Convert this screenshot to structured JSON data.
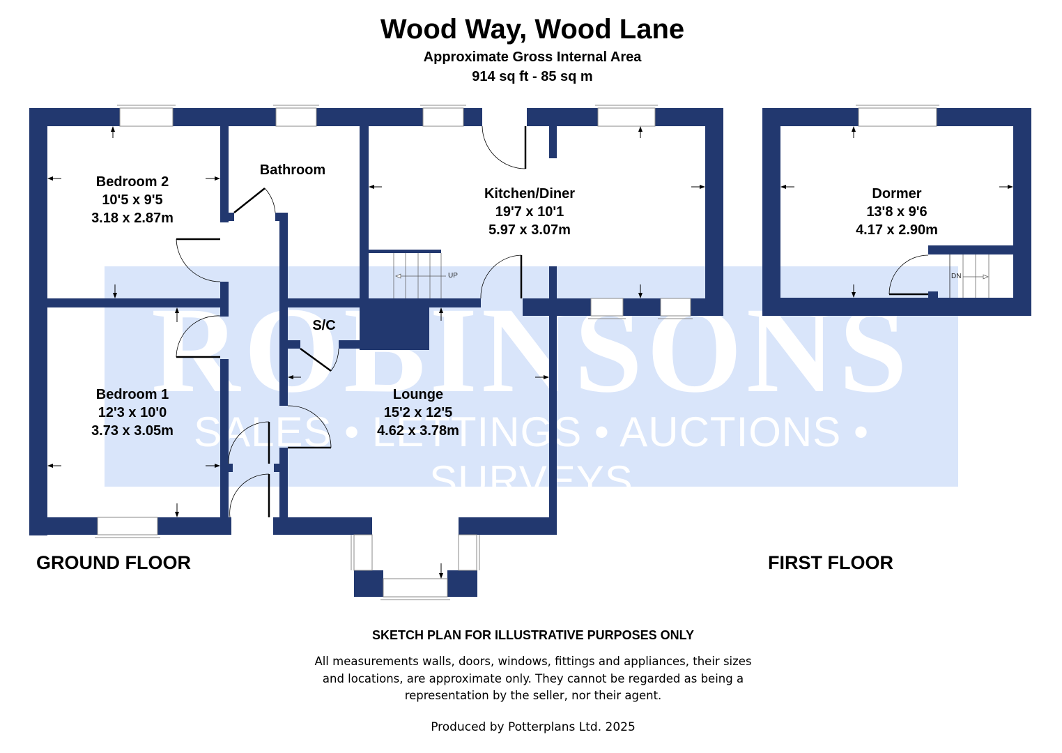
{
  "header": {
    "title": "Wood Way, Wood Lane",
    "area_label": "Approximate Gross Internal Area",
    "area_value": "914 sq ft - 85 sq m"
  },
  "watermark": {
    "brand": "ROBINSONS",
    "tagline": "SALES • LETTINGS • AUCTIONS • SURVEYS",
    "tint_color": "#D9E5FA"
  },
  "colors": {
    "wall": "#22386F",
    "background": "#FFFFFF",
    "text": "#000000"
  },
  "floors": {
    "ground": {
      "label": "GROUND FLOOR",
      "rooms": [
        {
          "name": "Bedroom 2",
          "imperial": "10'5 x 9'5",
          "metric": "3.18 x 2.87m"
        },
        {
          "name": "Bathroom",
          "imperial": "",
          "metric": ""
        },
        {
          "name": "Kitchen/Diner",
          "imperial": "19'7 x 10'1",
          "metric": "5.97 x 3.07m"
        },
        {
          "name": "S/C",
          "imperial": "",
          "metric": ""
        },
        {
          "name": "Bedroom 1",
          "imperial": "12'3 x 10'0",
          "metric": "3.73 x 3.05m"
        },
        {
          "name": "Lounge",
          "imperial": "15'2 x 12'5",
          "metric": "4.62 x 3.78m"
        }
      ],
      "stairs_label": "UP"
    },
    "first": {
      "label": "FIRST FLOOR",
      "rooms": [
        {
          "name": "Dormer",
          "imperial": "13'8 x 9'6",
          "metric": "4.17 x 2.90m"
        }
      ],
      "stairs_label": "DN"
    }
  },
  "footer": {
    "heading": "SKETCH PLAN FOR ILLUSTRATIVE PURPOSES ONLY",
    "body": "All measurements walls, doors, windows, fittings and appliances, their sizes and locations, are approximate only. They cannot be regarded as being a representation by the seller, nor their agent.",
    "producer": "Produced by Potterplans Ltd. 2025"
  }
}
